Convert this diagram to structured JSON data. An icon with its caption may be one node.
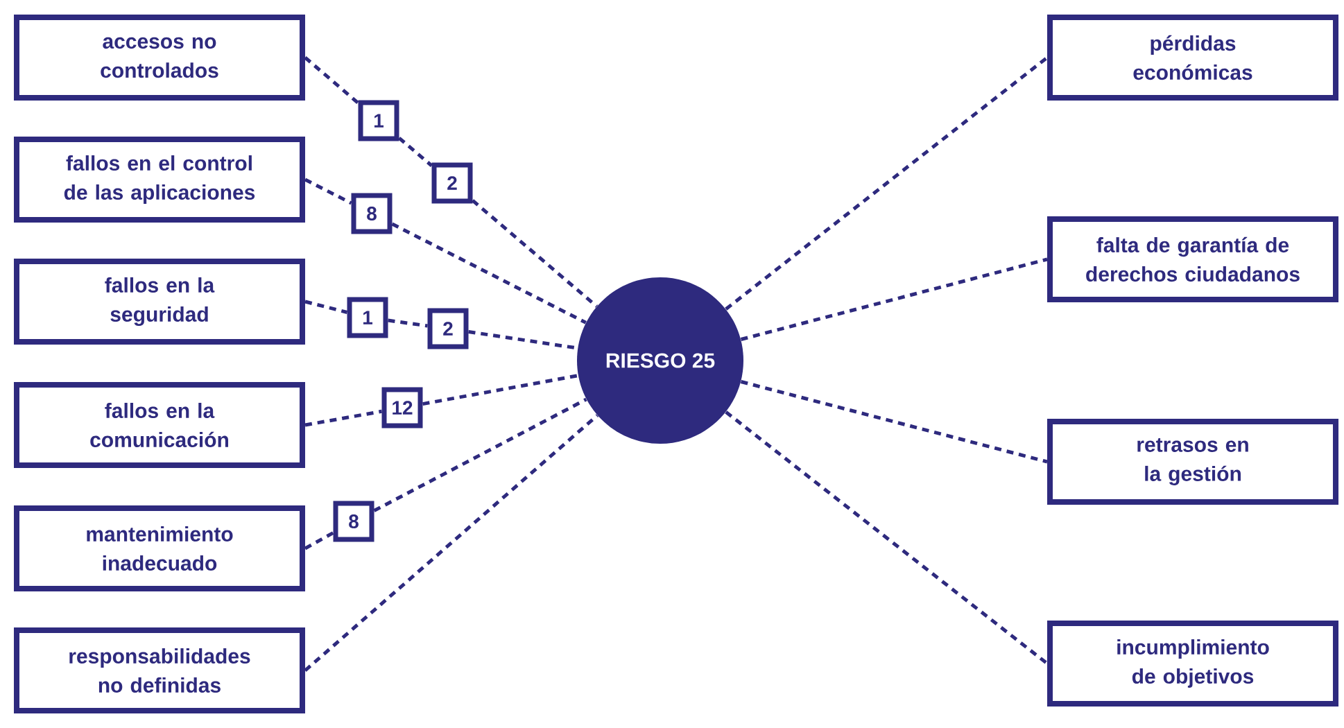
{
  "diagram": {
    "nodes": [
      {
        "text": [
          "accesos no controlados"
        ]
      },
      {
        "text": [
          "fallos en el control de las aplicaciones"
        ]
      },
      {
        "text": [
          "fallos en la seguridad"
        ]
      },
      {
        "text": [
          "fallos en la comunicación"
        ]
      },
      {
        "text": [
          "mantenimiento inadecuado"
        ]
      },
      {
        "text": [
          "responsabilidades no definidas"
        ]
      },
      {
        "text": [
          "1"
        ]
      },
      {
        "text": [
          "2"
        ]
      },
      {
        "text": [
          "8"
        ]
      },
      {
        "text": [
          "1"
        ]
      },
      {
        "text": [
          "2"
        ]
      },
      {
        "text": [
          "12"
        ]
      },
      {
        "text": [
          "8"
        ]
      },
      {
        "text": [
          "RIESGO 25"
        ]
      },
      {
        "text": [
          "pérdidas económicas"
        ]
      },
      {
        "text": [
          "falta de garantía de derechos ciudadanos"
        ]
      },
      {
        "text": [
          "retrasos en la gestión"
        ]
      },
      {
        "text": [
          "incumplimiento de objetivos"
        ]
      }
    ],
    "edges": [
      {
        "from": 0,
        "to": 6,
        "arrow": "none"
      },
      {
        "from": 6,
        "to": 7,
        "arrow": "none"
      },
      {
        "from": 7,
        "to": 13,
        "arrow": "none"
      },
      {
        "from": 1,
        "to": 8,
        "arrow": "none"
      },
      {
        "from": 8,
        "to": 13,
        "arrow": "none"
      },
      {
        "from": 2,
        "to": 9,
        "arrow": "none"
      },
      {
        "from": 9,
        "to": 10,
        "arrow": "none"
      },
      {
        "from": 10,
        "to": 13,
        "arrow": "none"
      },
      {
        "from": 3,
        "to": 11,
        "arrow": "none"
      },
      {
        "from": 11,
        "to": 13,
        "arrow": "none"
      },
      {
        "from": 4,
        "to": 12,
        "arrow": "none"
      },
      {
        "from": 12,
        "to": 13,
        "arrow": "none"
      },
      {
        "from": 5,
        "to": 13,
        "arrow": "none"
      },
      {
        "from": 13,
        "to": 14,
        "arrow": "none"
      },
      {
        "from": 13,
        "to": 15,
        "arrow": "none"
      },
      {
        "from": 13,
        "to": 16,
        "arrow": "none"
      },
      {
        "from": 13,
        "to": 17,
        "arrow": "none"
      }
    ]
  }
}
